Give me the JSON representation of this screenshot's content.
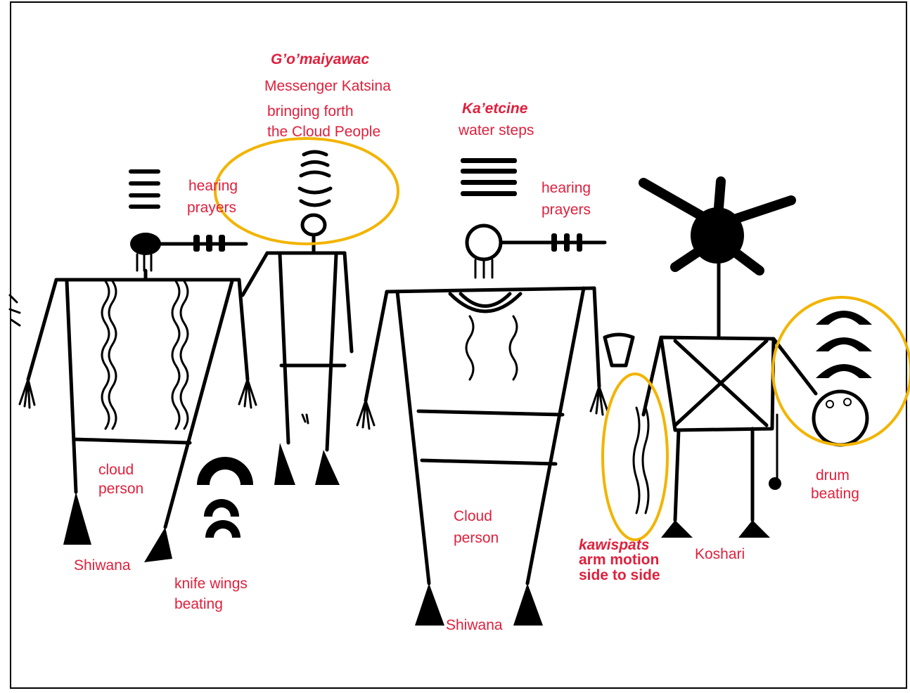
{
  "colors": {
    "label": "#e0203c",
    "highlight": "#f2b400",
    "ink": "#000000"
  },
  "labels": {
    "gomaiyawac": "G’o’maiyawac",
    "messenger_katsina": "Messenger Katsina",
    "bringing_forth_1": "bringing forth",
    "bringing_forth_2": "the Cloud People",
    "kaetcine": "Ka’etcine",
    "water_steps": "water steps",
    "hearing_prayers_left_1": "hearing",
    "hearing_prayers_left_2": "prayers",
    "hearing_prayers_right_1": "hearing",
    "hearing_prayers_right_2": "prayers",
    "cloud_person_left_1": "cloud",
    "cloud_person_left_2": "person",
    "shiwana_left": "Shiwana",
    "knife_wings_1": "knife wings",
    "knife_wings_2": "beating",
    "cloud_person_center_1": "Cloud",
    "cloud_person_center_2": "person",
    "shiwana_center": "Shiwana",
    "kawispats": "kawispats",
    "arm_motion_1": "arm motion",
    "arm_motion_2": "side to side",
    "koshari": "Koshari",
    "drum_beating_1": "drum",
    "drum_beating_2": "beating"
  }
}
